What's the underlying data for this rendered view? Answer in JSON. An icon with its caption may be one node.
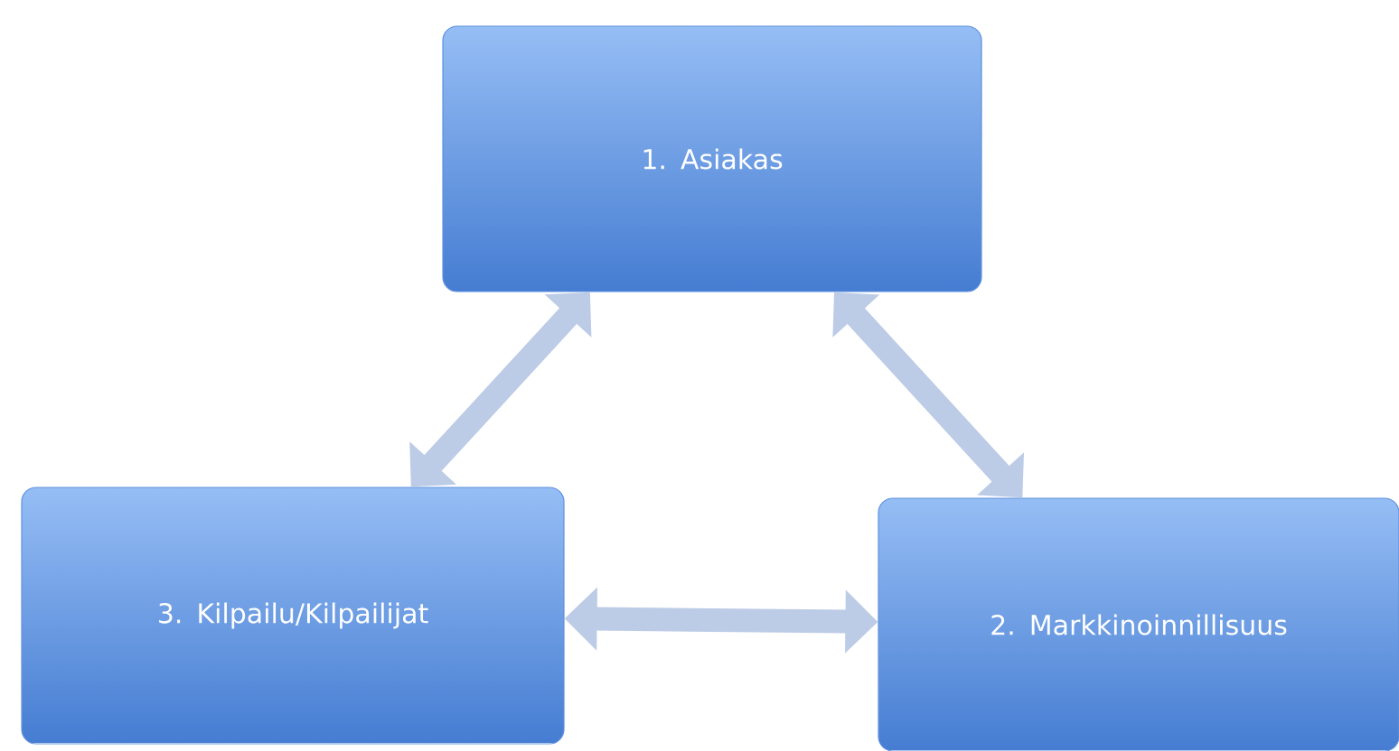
{
  "diagram": {
    "nodes": [
      {
        "text": [
          "1. Asiakas"
        ]
      },
      {
        "text": [
          "2. Markkinoinnillisuus"
        ]
      },
      {
        "text": [
          "3. Kilpailu/Kilpailijat"
        ]
      }
    ],
    "edges": [
      {
        "from": 0,
        "to": 1,
        "arrow": "both"
      },
      {
        "from": 0,
        "to": 2,
        "arrow": "both"
      },
      {
        "from": 2,
        "to": 1,
        "arrow": "both"
      }
    ]
  }
}
